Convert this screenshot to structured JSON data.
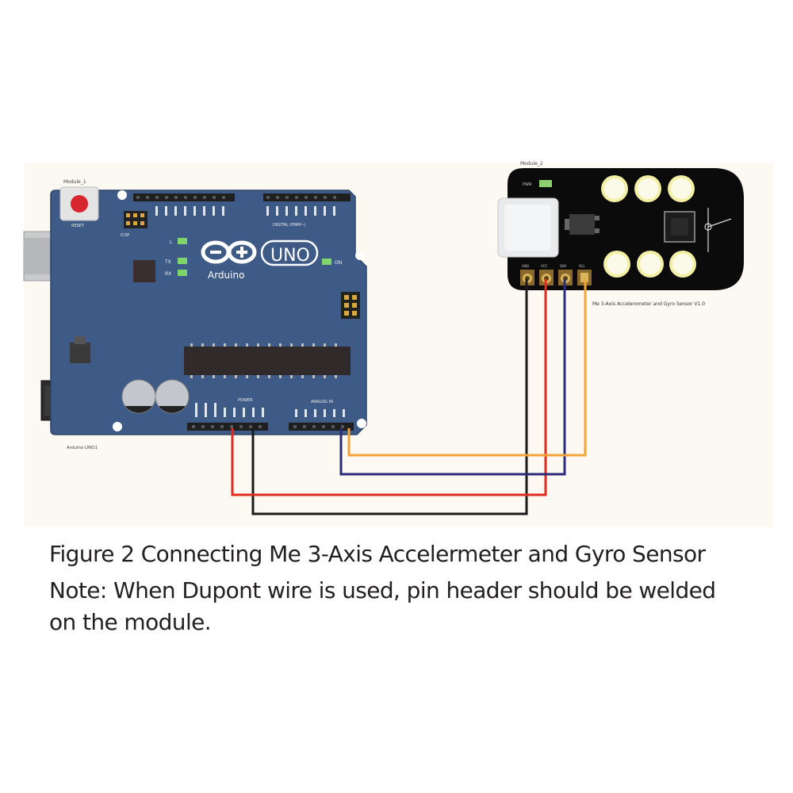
{
  "arduino": {
    "module_label": "Module_1",
    "reset_label": "RESET",
    "icsp_label": "ICSP",
    "board_name": "UNO",
    "brand": "Arduino",
    "part_label": "Arduino UNO1",
    "led_l": "L",
    "led_tx": "TX",
    "led_rx": "RX",
    "led_on": "ON",
    "digital_header_label": "DIGITAL (PWM~)",
    "power_header_label": "POWER",
    "analog_header_label": "ANALOG IN"
  },
  "sensor": {
    "module_label": "Module_2",
    "part_label": "Me 3-Axis Accelerometer and Gyro Sensor V1.0",
    "led_label": "PWR",
    "pin_labels": [
      "GND",
      "VCC",
      "SDA",
      "SCL"
    ]
  },
  "wire_colors": {
    "gnd": "#1b1b1b",
    "vcc": "#e02b20",
    "sda": "#2c2a7a",
    "scl": "#f2a33a"
  },
  "caption": {
    "line1": "Figure 2 Connecting Me 3-Axis Accelermeter and Gyro Sensor",
    "line2": "Note: When Dupont wire is used, pin header should be welded",
    "line3": "on the module."
  }
}
